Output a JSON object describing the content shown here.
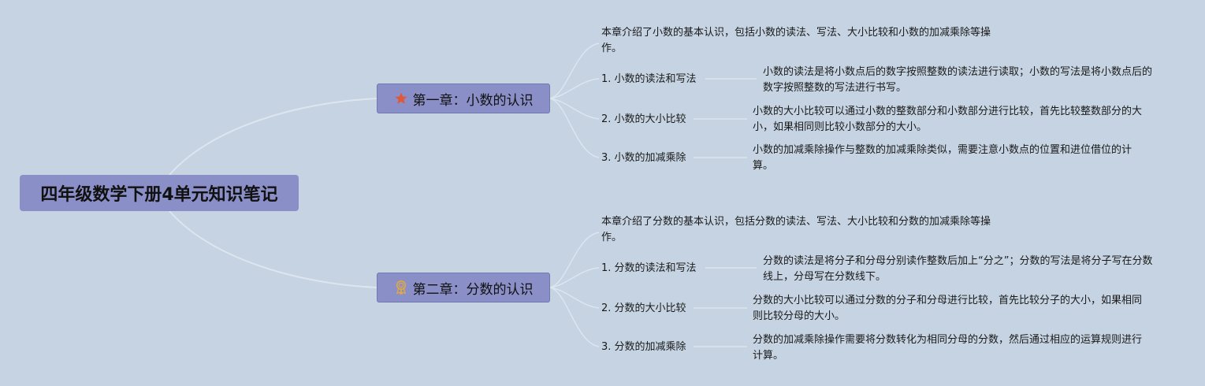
{
  "root": {
    "title": "四年级数学下册4单元知识笔记"
  },
  "chapters": [
    {
      "title": "第一章：小数的认识",
      "icon": "star-icon",
      "icon_color": "#e0583a",
      "summary": "本章介绍了小数的基本认识，包括小数的读法、写法、大小比较和小数的加减乘除等操作。",
      "topics": [
        {
          "label": "1. 小数的读法和写法",
          "detail": "小数的读法是将小数点后的数字按照整数的读法进行读取；小数的写法是将小数点后的数字按照整数的写法进行书写。"
        },
        {
          "label": "2. 小数的大小比较",
          "detail": "小数的大小比较可以通过小数的整数部分和小数部分进行比较，首先比较整数部分的大小，如果相同则比较小数部分的大小。"
        },
        {
          "label": "3. 小数的加减乘除",
          "detail": "小数的加减乘除操作与整数的加减乘除类似，需要注意小数点的位置和进位借位的计算。"
        }
      ]
    },
    {
      "title": "第二章：分数的认识",
      "icon": "award-medal-icon",
      "icon_color": "#e8a93a",
      "summary": "本章介绍了分数的基本认识，包括分数的读法、写法、大小比较和分数的加减乘除等操作。",
      "topics": [
        {
          "label": "1. 分数的读法和写法",
          "detail": "分数的读法是将分子和分母分别读作整数后加上“分之”；分数的写法是将分子写在分数线上，分母写在分数线下。"
        },
        {
          "label": "2. 分数的大小比较",
          "detail": "分数的大小比较可以通过分数的分子和分母进行比较，首先比较分子的大小，如果相同则比较分母的大小。"
        },
        {
          "label": "3. 分数的加减乘除",
          "detail": "分数的加减乘除操作需要将分数转化为相同分母的分数，然后通过相应的运算规则进行计算。"
        }
      ]
    }
  ],
  "colors": {
    "background": "#c5d3e2",
    "node_fill": "#8a8fc8",
    "connector": "#dde6ef"
  }
}
